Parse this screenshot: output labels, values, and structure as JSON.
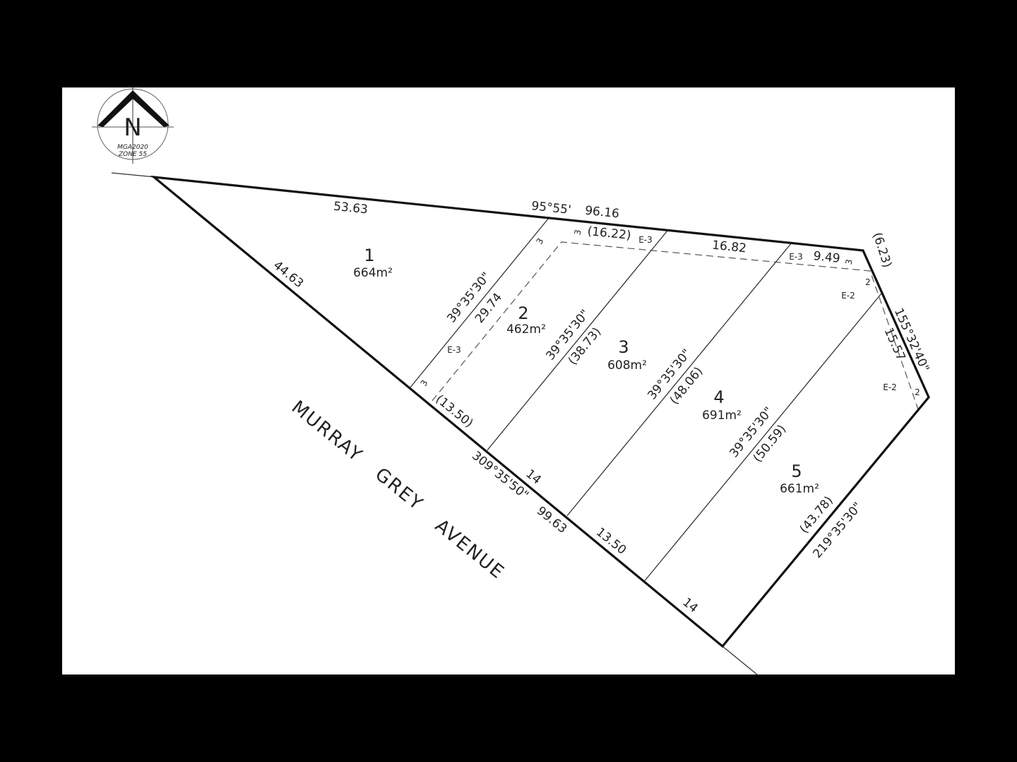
{
  "north_arrow": {
    "letter": "N",
    "datum": "MGA2020",
    "zone": "ZONE 55"
  },
  "street": {
    "name_words": [
      "MURRAY",
      "GREY",
      "AVENUE"
    ]
  },
  "boundary": {
    "north_bearing": "95°55'",
    "north_total": "96.16",
    "north_seg_lot1": "53.63",
    "north_seg_lot2": "(16.22)",
    "north_seg_lot4": "16.82",
    "north_seg_lot5": "9.49",
    "east_short": "(6.23)",
    "east_bearing": "155°32'40\"",
    "east_length": "15.57",
    "south_bearing": "219°35'30\"",
    "south_length": "(43.78)",
    "west_lot1": "44.63",
    "street_bearing": "309°35'50\"",
    "street_total": "99.63",
    "street_lot2": "(13.50)",
    "street_lot3": "14",
    "street_lot4": "13.50",
    "street_lot5": "14"
  },
  "lots": [
    {
      "number": "1",
      "area": "664m²"
    },
    {
      "number": "2",
      "area": "462m²"
    },
    {
      "number": "3",
      "area": "608m²"
    },
    {
      "number": "4",
      "area": "691m²"
    },
    {
      "number": "5",
      "area": "661m²"
    }
  ],
  "dividers": [
    {
      "bearing": "39°35'30\"",
      "length": "29.74"
    },
    {
      "bearing": "39°35'30\"",
      "length": "(38.73)"
    },
    {
      "bearing": "39°35'30\"",
      "length": "(48.06)"
    },
    {
      "bearing": "39°35'30\"",
      "length": "(50.59)"
    }
  ],
  "easements": {
    "e3": "E-3",
    "e2": "E-2",
    "width3": "3",
    "width2": "2"
  }
}
